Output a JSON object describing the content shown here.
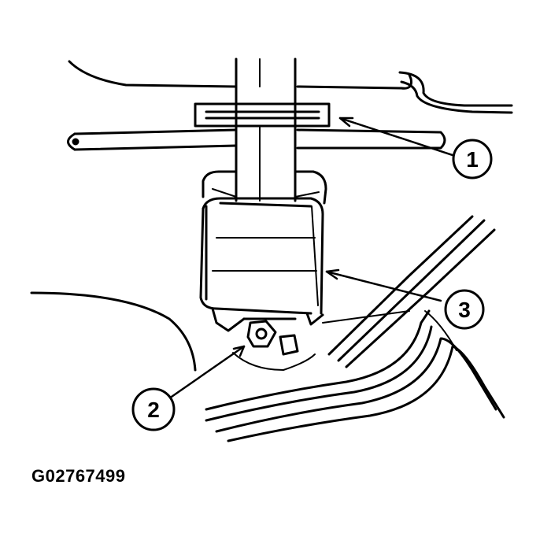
{
  "callouts": [
    {
      "id": "1",
      "label": "1"
    },
    {
      "id": "2",
      "label": "2"
    },
    {
      "id": "3",
      "label": "3"
    }
  ],
  "figure_id": "G02767499",
  "colors": {
    "ink": "#000000",
    "background": "#ffffff"
  }
}
